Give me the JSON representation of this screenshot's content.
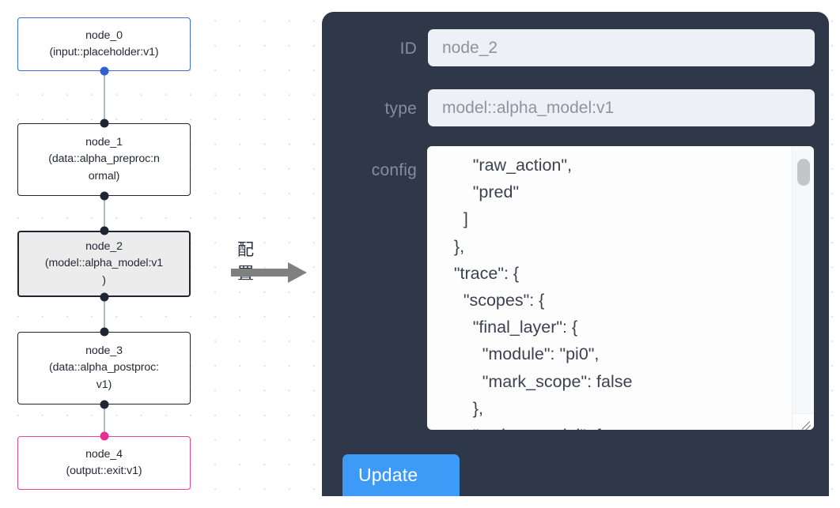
{
  "canvas": {
    "nodes": [
      {
        "name": "node-0",
        "id": "node_0",
        "type_line": "(input::placeholder:v1)",
        "text": "node_0\n(input::placeholder:v1)",
        "style": "input",
        "border_color": "#3b6fd4"
      },
      {
        "name": "node-1",
        "id": "node_1",
        "type_line": "(data::alpha_preproc:normal)",
        "text": "node_1\n(data::alpha_preproc:n\normal)",
        "style": "default",
        "border_color": "#1f2533"
      },
      {
        "name": "node-2",
        "id": "node_2",
        "type_line": "(model::alpha_model:v1)",
        "text": "node_2\n(model::alpha_model:v1\n)",
        "style": "selected",
        "border_color": "#1f2533",
        "fill_color": "#ececec"
      },
      {
        "name": "node-3",
        "id": "node_3",
        "type_line": "(data::alpha_postproc:v1)",
        "text": "node_3\n(data::alpha_postproc:\nv1)",
        "style": "default",
        "border_color": "#1f2533"
      },
      {
        "name": "node-4",
        "id": "node_4",
        "type_line": "(output::exit:v1)",
        "text": "node_4\n(output::exit:v1)",
        "style": "output",
        "border_color": "#e4479a"
      }
    ],
    "edge_color": "#b4b8c0",
    "handle_color": "#1f2533"
  },
  "annotation": {
    "label": "配置",
    "arrow_icon": "right-arrow-icon",
    "arrow_color": "#808080"
  },
  "panel": {
    "background_color": "#2e3848",
    "fields": [
      {
        "label": "ID",
        "value": "node_2",
        "placeholder": "ID"
      },
      {
        "label": "type",
        "value": "model::alpha_model:v1",
        "placeholder": "type"
      }
    ],
    "config": {
      "label": "config",
      "value": "        \"raw_action\",\n        \"pred\"\n      ]\n    },\n    \"trace\": {\n      \"scopes\": {\n        \"final_layer\": {\n          \"module\": \"pi0\",\n          \"mark_scope\": false\n        },\n        \"action_model\": {",
      "scrollbar": "vertical-scrollbar",
      "resizer": "resize-grip-icon"
    },
    "update_button": {
      "label": "Update",
      "color": "#3d9af7"
    }
  }
}
